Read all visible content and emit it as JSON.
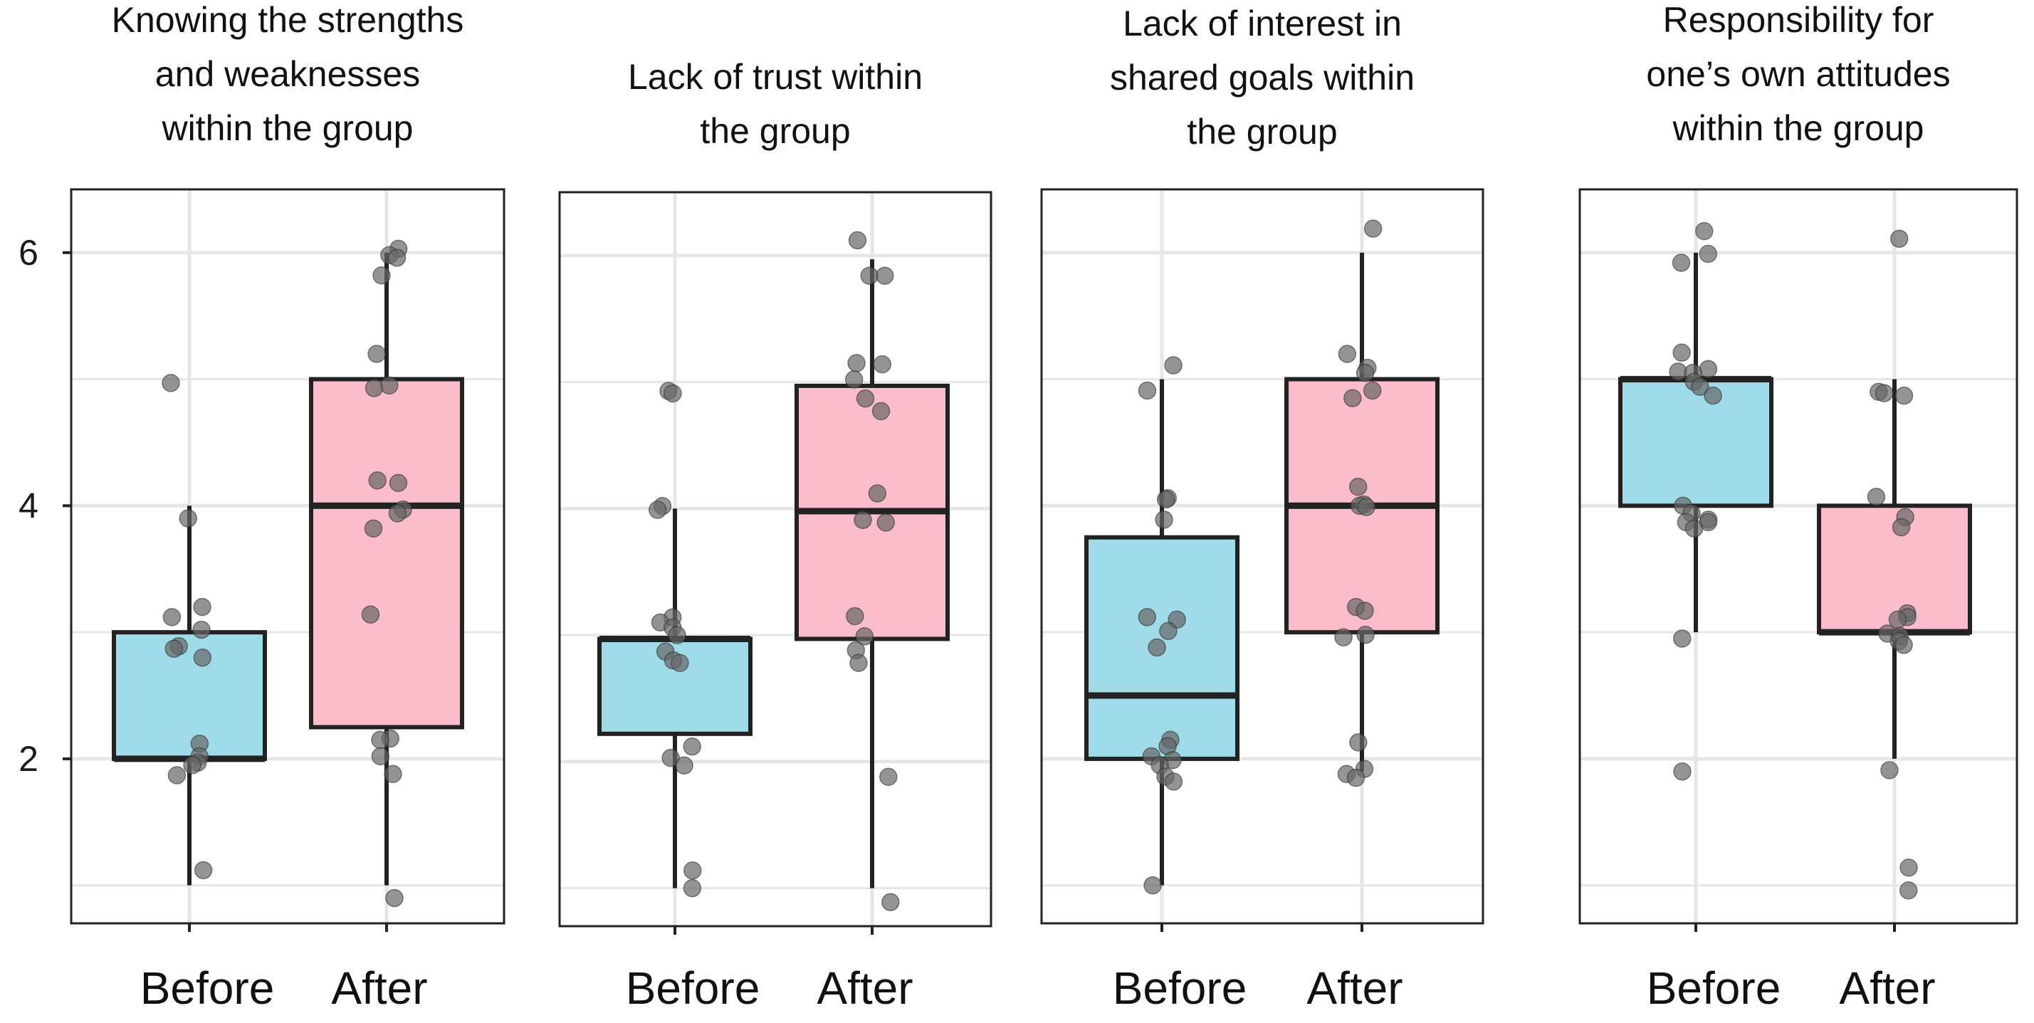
{
  "chart_data": {
    "type": "boxplot",
    "y_ticks": [
      "2",
      "4",
      "6"
    ],
    "ylim": [
      0.7,
      6.5
    ],
    "colors": {
      "before": "#9fdbe8",
      "after": "#fbbccb",
      "point": "#666666"
    },
    "panels": [
      {
        "title": [
          "Knowing the strengths",
          "and weaknesses",
          "within the group"
        ],
        "categories": [
          "Before",
          "After"
        ],
        "boxes": [
          {
            "q1": 2.0,
            "median": 2.0,
            "q3": 3.0,
            "whisker_low": 1.0,
            "whisker_high": 4.0
          },
          {
            "q1": 2.25,
            "median": 4.0,
            "q3": 5.0,
            "whisker_low": 1.0,
            "whisker_high": 6.0
          }
        ],
        "points": [
          [
            4.97,
            3.9,
            3.2,
            3.12,
            3.02,
            2.89,
            2.87,
            2.8,
            2.12,
            2.02,
            1.97,
            1.95,
            1.87,
            1.12
          ],
          [
            6.03,
            5.98,
            5.96,
            5.82,
            5.2,
            4.95,
            4.93,
            4.2,
            4.18,
            3.97,
            3.94,
            3.82,
            3.14,
            2.16,
            2.15,
            2.02,
            1.88,
            0.9
          ]
        ]
      },
      {
        "title": [
          "Lack of trust within",
          "the group"
        ],
        "categories": [
          "Before",
          "After"
        ],
        "boxes": [
          {
            "q1": 2.22,
            "median": 2.97,
            "q3": 2.97,
            "whisker_low": 1.0,
            "whisker_high": 4.0
          },
          {
            "q1": 2.97,
            "median": 3.98,
            "q3": 4.97,
            "whisker_low": 1.0,
            "whisker_high": 5.97
          }
        ],
        "points": [
          [
            4.93,
            4.91,
            4.02,
            3.99,
            3.14,
            3.1,
            3.06,
            3.0,
            2.87,
            2.8,
            2.78,
            2.12,
            2.03,
            1.97,
            1.14,
            1.0
          ],
          [
            6.12,
            5.84,
            5.84,
            5.15,
            5.14,
            5.02,
            4.87,
            4.77,
            4.12,
            3.91,
            3.89,
            3.15,
            2.99,
            2.88,
            2.78,
            1.88,
            0.89
          ]
        ]
      },
      {
        "title": [
          "Lack of interest in",
          "shared goals within",
          "the group"
        ],
        "categories": [
          "Before",
          "After"
        ],
        "boxes": [
          {
            "q1": 2.0,
            "median": 2.5,
            "q3": 3.75,
            "whisker_low": 1.0,
            "whisker_high": 5.0
          },
          {
            "q1": 3.0,
            "median": 4.0,
            "q3": 5.0,
            "whisker_low": 1.9,
            "whisker_high": 6.0
          }
        ],
        "points": [
          [
            5.11,
            4.91,
            4.06,
            4.05,
            3.89,
            3.12,
            3.1,
            3.01,
            2.88,
            2.15,
            2.1,
            2.02,
            1.99,
            1.95,
            1.86,
            1.82,
            1.0
          ],
          [
            6.19,
            5.2,
            5.09,
            5.05,
            4.91,
            4.85,
            4.15,
            4.01,
            4.0,
            3.99,
            3.2,
            3.17,
            2.98,
            2.96,
            2.13,
            1.92,
            1.88,
            1.85
          ]
        ]
      },
      {
        "title": [
          "Responsibility for",
          "one’s own attitudes",
          "within the group"
        ],
        "categories": [
          "Before",
          "After"
        ],
        "boxes": [
          {
            "q1": 4.0,
            "median": 5.0,
            "q3": 5.0,
            "whisker_low": 3.0,
            "whisker_high": 6.0
          },
          {
            "q1": 3.0,
            "median": 3.0,
            "q3": 4.0,
            "whisker_low": 2.0,
            "whisker_high": 5.0
          }
        ],
        "points": [
          [
            6.17,
            5.99,
            5.92,
            5.21,
            5.08,
            5.06,
            5.05,
            4.98,
            4.94,
            4.87,
            4.0,
            3.94,
            3.89,
            3.87,
            3.87,
            3.82,
            2.95,
            1.9
          ],
          [
            6.11,
            4.9,
            4.89,
            4.87,
            4.07,
            3.91,
            3.83,
            3.15,
            3.12,
            3.1,
            2.99,
            2.97,
            2.93,
            2.9,
            1.91,
            1.14,
            0.96
          ]
        ]
      }
    ]
  }
}
